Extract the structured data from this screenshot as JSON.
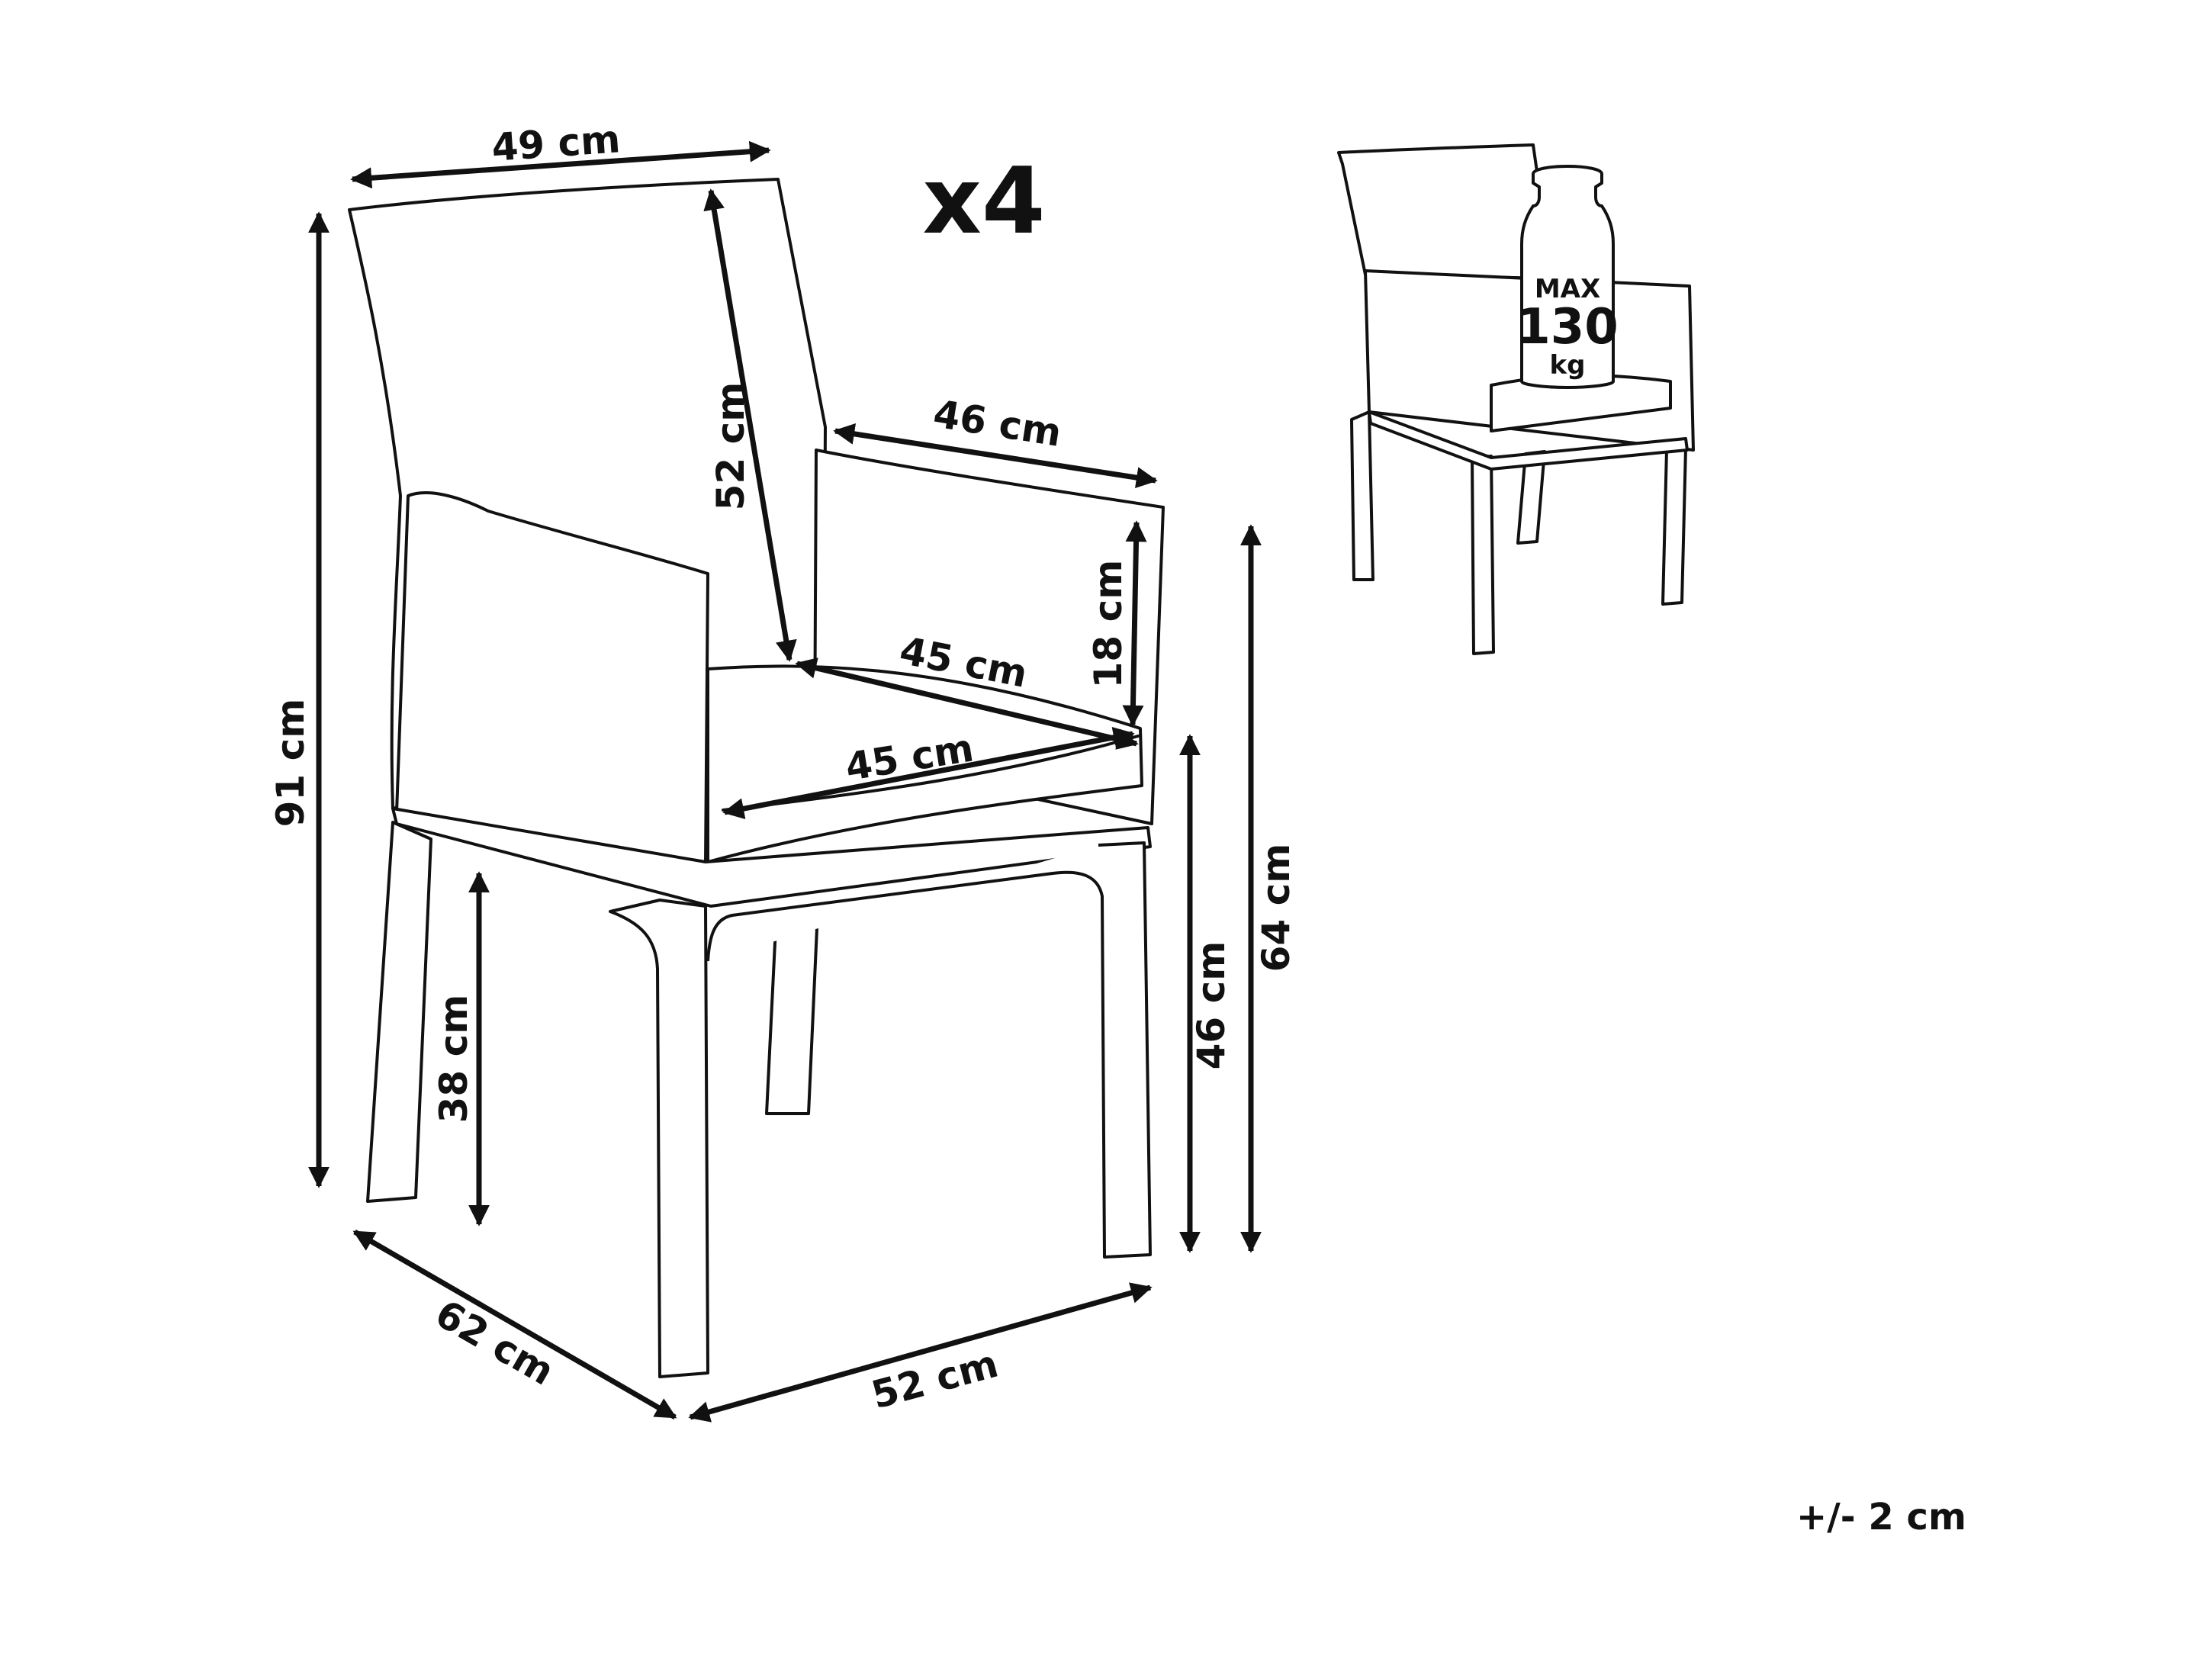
{
  "quantity": "x4",
  "tolerance": "+/- 2 cm",
  "max_load": {
    "label": "MAX",
    "value": "130",
    "unit": "kg"
  },
  "dimensions": {
    "backrest_width": "49 cm",
    "backrest_height": "52 cm",
    "armrest_depth": "46 cm",
    "armrest_height": "18 cm",
    "seat_depth": "45 cm",
    "seat_width": "45 cm",
    "total_height": "91 cm",
    "under_seat_height": "38 cm",
    "seat_height": "46 cm",
    "armrest_floor_height": "64 cm",
    "total_depth": "62 cm",
    "total_width": "52 cm"
  }
}
